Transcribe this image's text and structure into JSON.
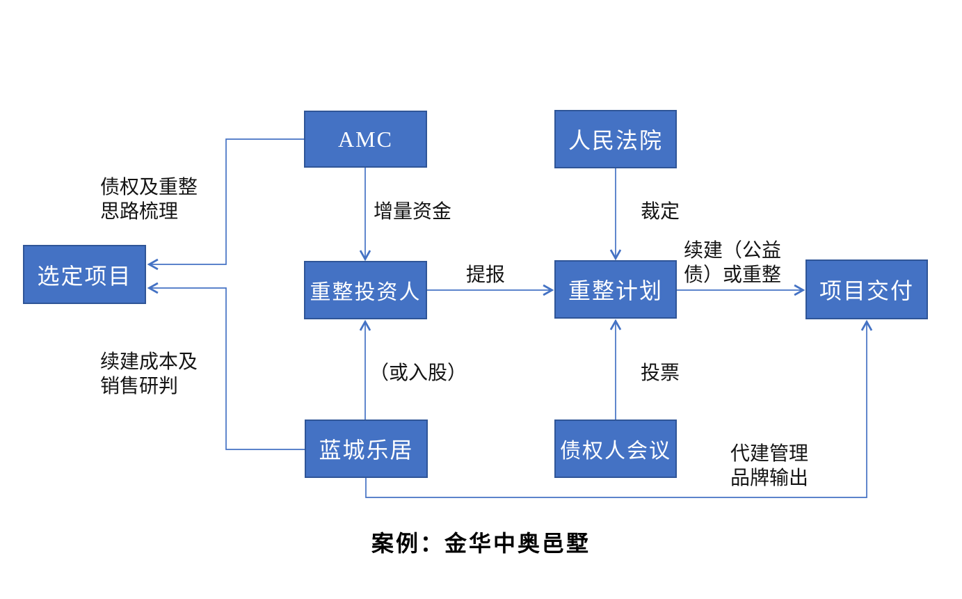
{
  "diagram": {
    "caption": "案例：金华中奥邑墅",
    "colors": {
      "box_fill": "#4472C4",
      "box_border": "#2F5597",
      "box_text": "#FFFFFF",
      "connector": "#4472C4",
      "label_text": "#141414",
      "background": "#FFFFFF"
    },
    "nodes": {
      "amc": {
        "label": "AMC"
      },
      "court": {
        "label": "人民法院"
      },
      "selected_project": {
        "label": "选定项目"
      },
      "restructuring_investor": {
        "label": "重整投资人"
      },
      "restructuring_plan": {
        "label": "重整计划"
      },
      "project_delivery": {
        "label": "项目交付"
      },
      "lancheng_leju": {
        "label": "蓝城乐居"
      },
      "creditors_meeting": {
        "label": "债权人会议"
      }
    },
    "edges": {
      "amc_to_selected_project": {
        "label": "债权及重整\n思路梳理"
      },
      "leju_to_selected_project": {
        "label": "续建成本及\n销售研判"
      },
      "amc_to_investor": {
        "label": "增量资金"
      },
      "court_to_plan": {
        "label": "裁定"
      },
      "investor_to_plan": {
        "label": "提报"
      },
      "plan_to_delivery": {
        "label": "续建（公益\n债）或重整"
      },
      "leju_to_investor": {
        "label": "（或入股）"
      },
      "creditors_to_plan": {
        "label": "投票"
      },
      "leju_to_delivery": {
        "label": "代建管理\n品牌输出"
      }
    }
  }
}
